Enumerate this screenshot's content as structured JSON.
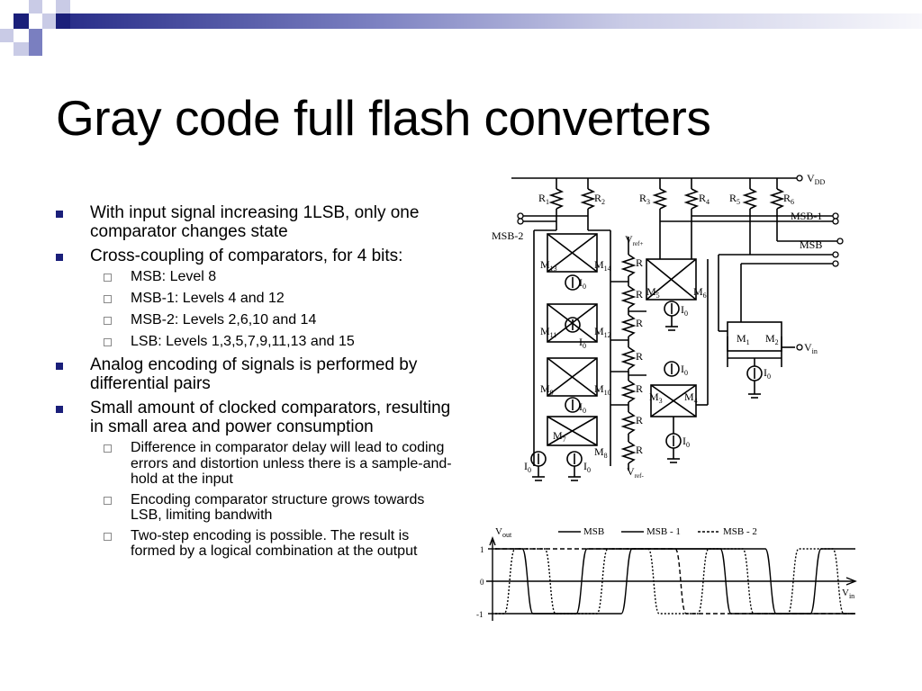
{
  "slide": {
    "title": "Gray code full flash converters",
    "accent_colors": {
      "dark_blue": "#1a1f7a",
      "mid_blue": "#7a7fc0",
      "light_blue": "#c9cbe6"
    }
  },
  "bullets": [
    {
      "text": "With input signal increasing 1LSB, only one comparator changes state",
      "sub": []
    },
    {
      "text": "Cross-coupling of comparators, for 4 bits:",
      "sub": [
        "MSB: Level 8",
        "MSB-1: Levels 4 and 12",
        "MSB-2: Levels 2,6,10 and 14",
        "LSB: Levels 1,3,5,7,9,11,13 and 15"
      ]
    },
    {
      "text": "Analog encoding of signals is performed by differential pairs",
      "sub": []
    },
    {
      "text": "Small amount of clocked comparators, resulting in small area and power consumption",
      "sub": [
        "Difference in comparator delay will lead to coding errors and distortion unless there is a sample-and-hold at the input",
        "Encoding comparator structure grows towards LSB, limiting bandwith",
        "Two-step encoding is possible. The result is formed by a logical combination at the output"
      ]
    }
  ],
  "circuit": {
    "vdd": "V",
    "vdd_sub": "DD",
    "r_labels": [
      "R",
      "R",
      "R",
      "R",
      "R",
      "R"
    ],
    "r_subs": [
      "1",
      "2",
      "3",
      "4",
      "5",
      "6"
    ],
    "outputs": [
      "MSB-1",
      "MSB"
    ],
    "msb2": "MSB-2",
    "vref_top": "V",
    "vref_top_sub": "ref+",
    "vref_bot": "V",
    "vref_bot_sub": "ref-",
    "ladder_r": "R",
    "transistors": [
      {
        "l": "M",
        "s": "13"
      },
      {
        "l": "M",
        "s": "14"
      },
      {
        "l": "M",
        "s": "11"
      },
      {
        "l": "M",
        "s": "12"
      },
      {
        "l": "M",
        "s": "9"
      },
      {
        "l": "M",
        "s": "10"
      },
      {
        "l": "M",
        "s": "7"
      },
      {
        "l": "M",
        "s": "8"
      },
      {
        "l": "M",
        "s": "5"
      },
      {
        "l": "M",
        "s": "6"
      },
      {
        "l": "M",
        "s": "3"
      },
      {
        "l": "M",
        "s": "4"
      },
      {
        "l": "M",
        "s": "1"
      },
      {
        "l": "M",
        "s": "2"
      }
    ],
    "current": "I",
    "current_sub": "0",
    "vin": "V",
    "vin_sub": "in"
  },
  "waveform": {
    "ylabel": "V",
    "ylabel_sub": "out",
    "xlabel": "V",
    "xlabel_sub": "in",
    "legend": [
      "MSB",
      "MSB - 1",
      "MSB - 2"
    ],
    "ticks": [
      "1",
      "0",
      "-1"
    ]
  }
}
